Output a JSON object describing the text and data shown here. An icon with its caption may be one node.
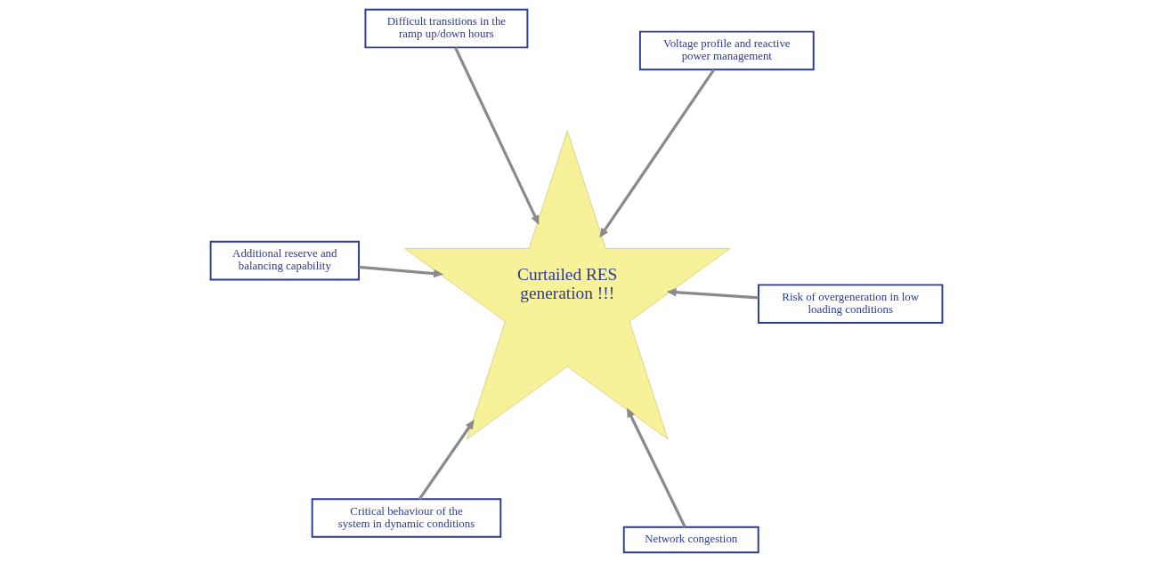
{
  "diagram": {
    "nodes": [
      {
        "text": [
          "Additional reserve and balancing capability"
        ]
      },
      {
        "text": [
          "Risk of overgeneration in low loading conditions"
        ]
      },
      {
        "text": [
          "Network congestion"
        ]
      },
      {
        "text": [
          "Difficult transitions in the ramp up/down hours"
        ]
      },
      {
        "text": [
          "Curtailed RES generation !!!"
        ]
      },
      {
        "text": [
          "Voltage profile and reactive power management"
        ]
      },
      {
        "text": [
          "Critical behaviour of the system in dynamic conditions"
        ]
      }
    ],
    "edges": [
      {
        "from": 0,
        "to": 4,
        "arrow": "to"
      },
      {
        "from": 1,
        "to": 4,
        "arrow": "to"
      },
      {
        "from": 2,
        "to": 4,
        "arrow": "to"
      },
      {
        "from": 3,
        "to": 4,
        "arrow": "to"
      },
      {
        "from": 5,
        "to": 4,
        "arrow": "to"
      },
      {
        "from": 6,
        "to": 4,
        "arrow": "to"
      }
    ]
  }
}
